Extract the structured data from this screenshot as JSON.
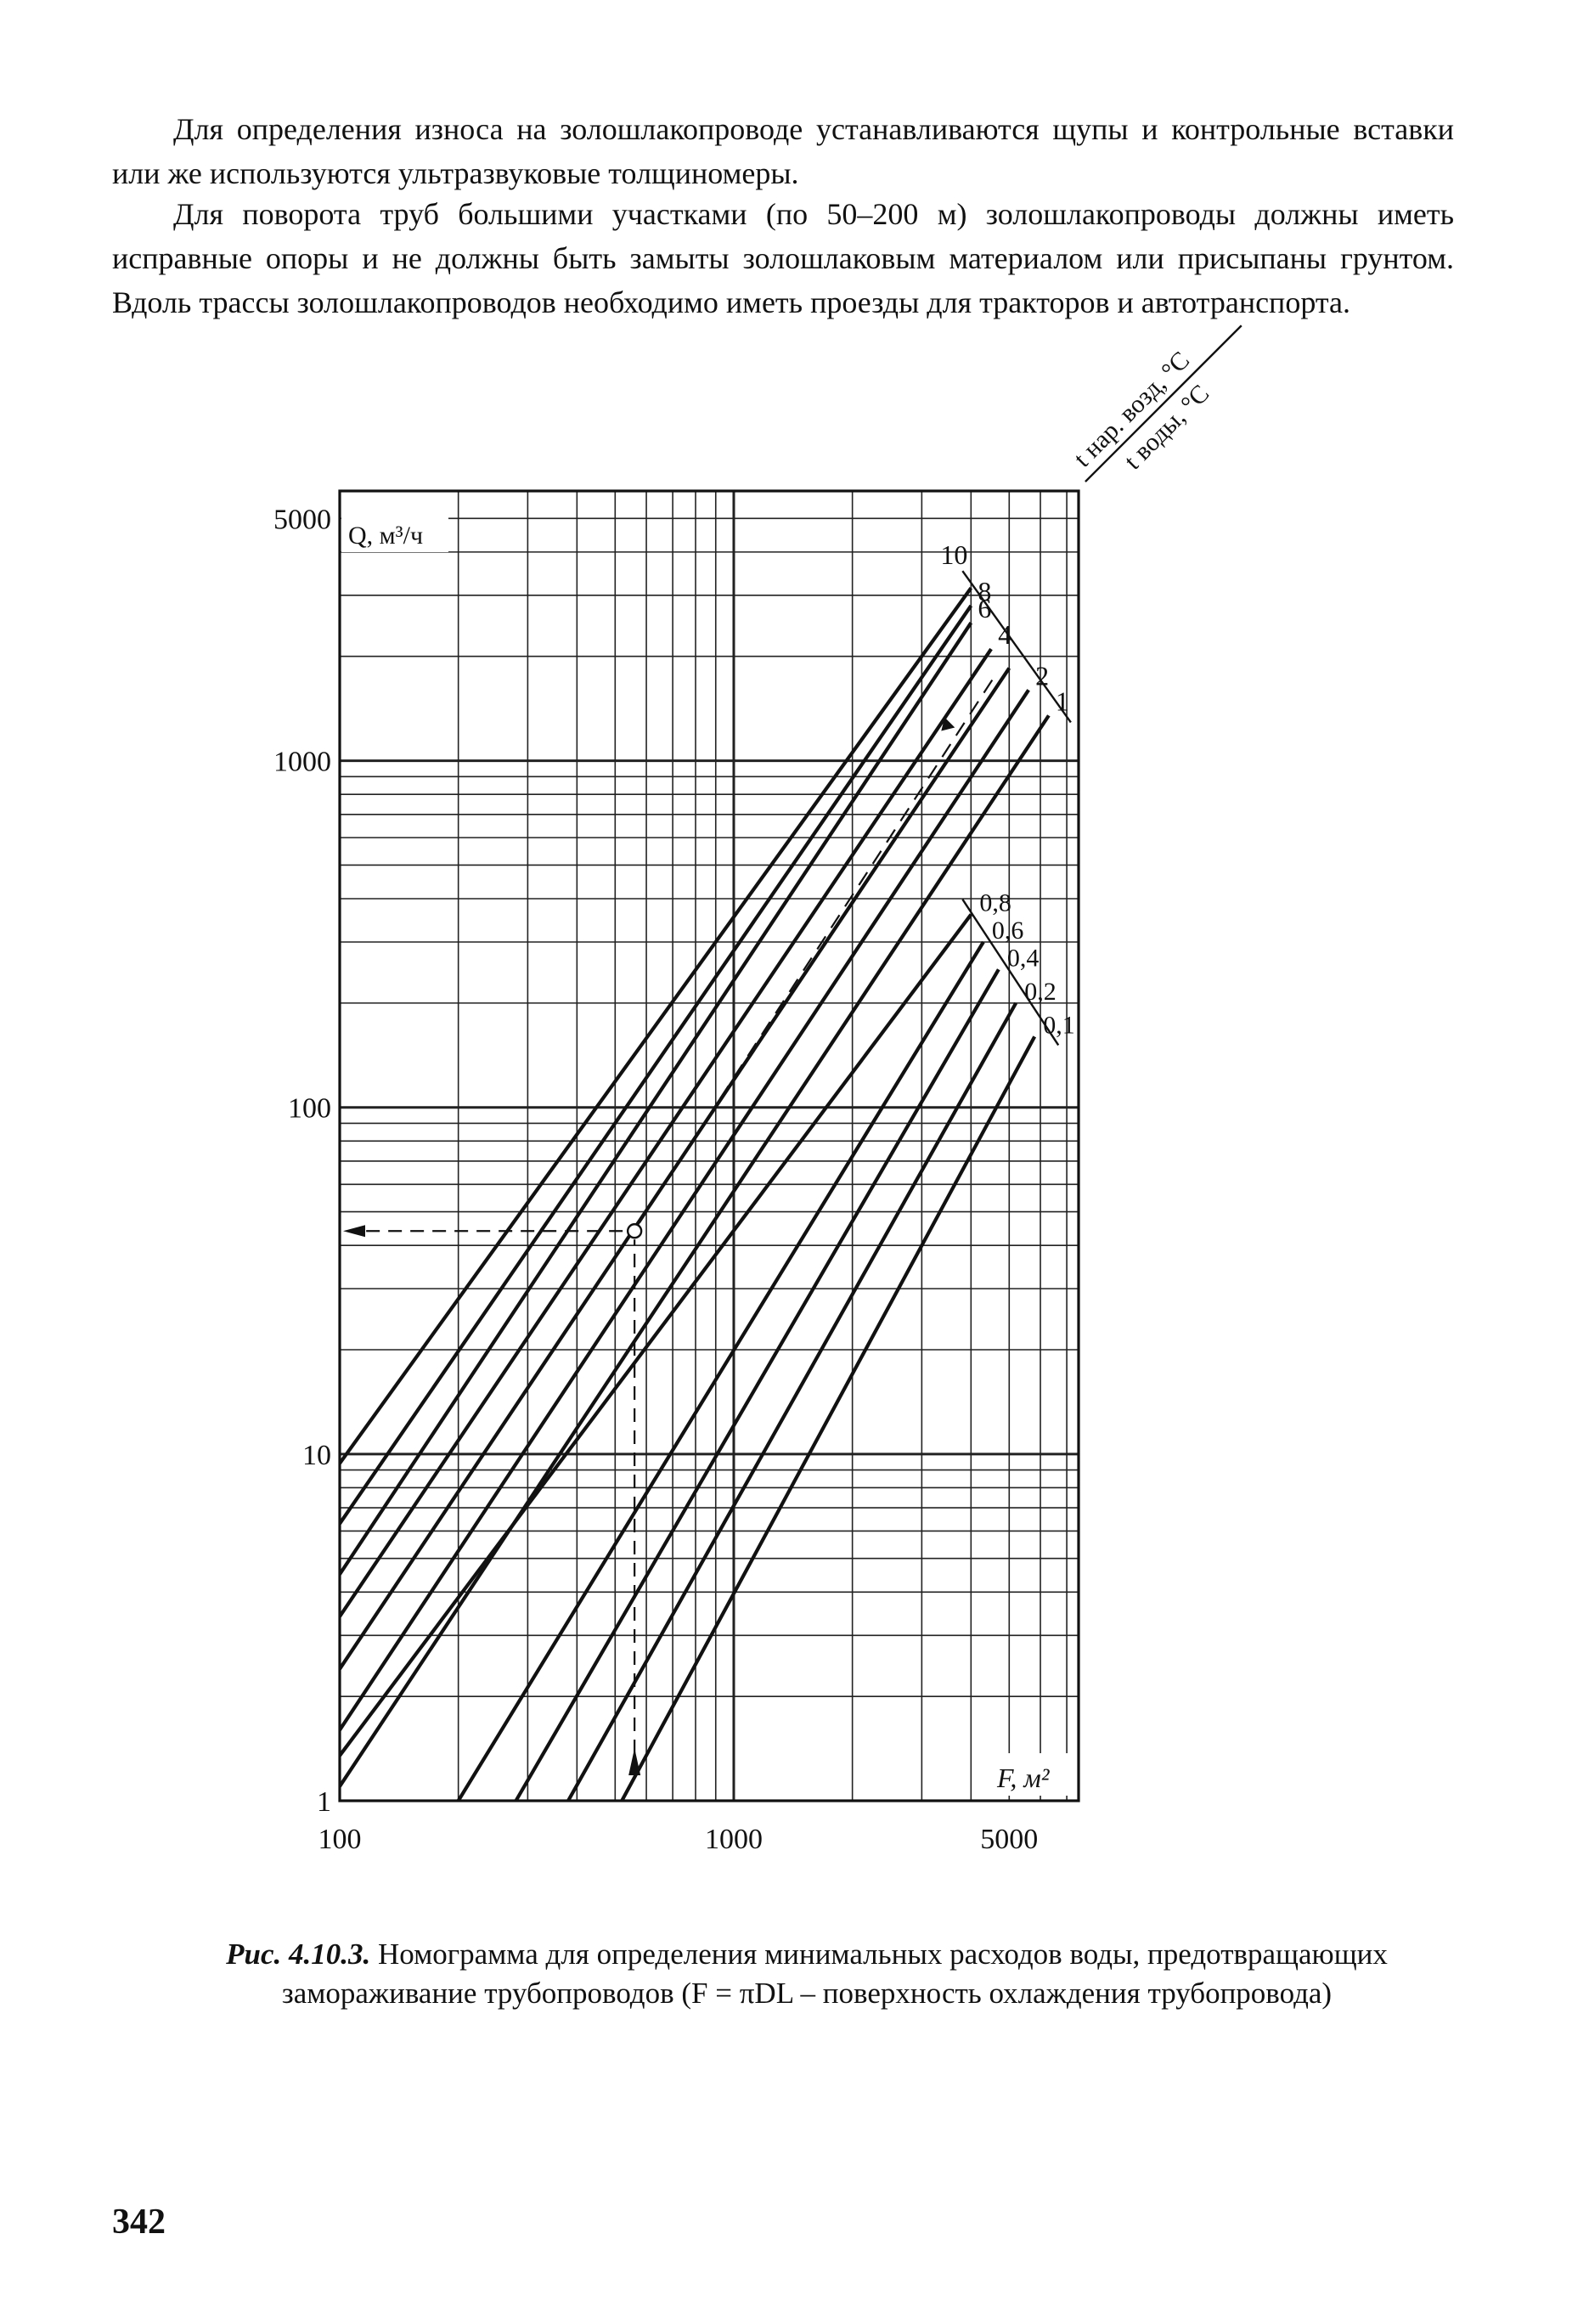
{
  "text": {
    "paragraph1": "Для определения износа на золошлакопроводе устанавливаются щупы и контрольные вставки или же используются ультразвуковые толщиномеры.",
    "paragraph2": "Для поворота труб большими участками (по 50–200 м) золошлакопроводы должны иметь исправные опоры и не должны быть замыты золошлаковым материалом или присыпаны грунтом. Вдоль трассы золошлакопроводов необходимо иметь проезды для тракторов и автотранспорта."
  },
  "caption": {
    "label": "Рис. 4.10.3.",
    "text": "Номограмма для определения минимальных расходов воды, предотвращающих замораживание трубопроводов (F = πDL – поверхность охлаждения трубопровода)"
  },
  "page_number": "342",
  "chart_data": {
    "type": "line",
    "title": "",
    "xlabel": "F, м²",
    "ylabel": "Q, м³/ч",
    "xscale": "log",
    "yscale": "log",
    "xlim": [
      100,
      7500
    ],
    "ylim": [
      1,
      6000
    ],
    "x_tick_labels": [
      "100",
      "1000",
      "5000"
    ],
    "x_ticks": [
      100,
      1000,
      5000
    ],
    "y_tick_labels": [
      "1",
      "10",
      "100",
      "1000",
      "5000"
    ],
    "y_ticks": [
      1,
      10,
      100,
      1000,
      5000
    ],
    "grid": true,
    "scale_label_air": "t нар. возд, °С",
    "scale_label_water": "t воды, °С",
    "air_temperature_labels": [
      "10",
      "8",
      "6",
      "4",
      "2",
      "1"
    ],
    "water_temperature_labels": [
      "0,8",
      "0,6",
      "0,4",
      "0,2",
      "0,1"
    ],
    "lines": [
      {
        "family": "upper",
        "x": [
          100,
          4000
        ],
        "y": [
          9.4,
          3150
        ]
      },
      {
        "family": "upper",
        "x": [
          100,
          4000
        ],
        "y": [
          6.3,
          2800
        ]
      },
      {
        "family": "upper",
        "x": [
          100,
          4000
        ],
        "y": [
          4.5,
          2500
        ]
      },
      {
        "family": "upper",
        "x": [
          100,
          4500
        ],
        "y": [
          3.4,
          2100
        ]
      },
      {
        "family": "upper",
        "x": [
          100,
          5000
        ],
        "y": [
          2.4,
          1850
        ]
      },
      {
        "family": "upper",
        "x": [
          100,
          5600
        ],
        "y": [
          1.6,
          1600
        ]
      },
      {
        "family": "upper",
        "x": [
          100,
          6300
        ],
        "y": [
          1.1,
          1350
        ]
      },
      {
        "family": "lower",
        "x": [
          100,
          4000
        ],
        "y": [
          1.35,
          360
        ]
      },
      {
        "family": "lower",
        "x": [
          200,
          4300
        ],
        "y": [
          1,
          300
        ]
      },
      {
        "family": "lower",
        "x": [
          280,
          4700
        ],
        "y": [
          1,
          250
        ]
      },
      {
        "family": "lower",
        "x": [
          380,
          5200
        ],
        "y": [
          1,
          200
        ]
      },
      {
        "family": "lower",
        "x": [
          520,
          5800
        ],
        "y": [
          1,
          160
        ]
      }
    ],
    "example": {
      "F": 560,
      "Q": 44,
      "description_path": "F axis → point → Q axis"
    }
  }
}
